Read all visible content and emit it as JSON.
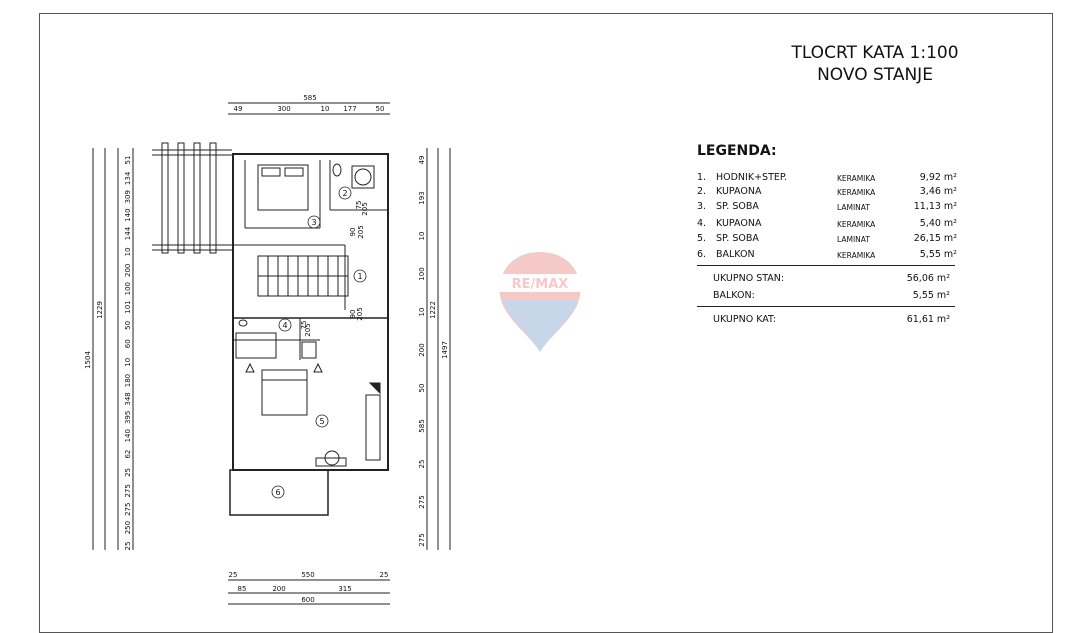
{
  "title": {
    "line1": "TLOCRT KATA 1:100",
    "line2": "NOVO STANJE"
  },
  "legend": {
    "heading": "LEGENDA:",
    "rows": [
      {
        "num": "1.",
        "name": "HODNIK+STEP.",
        "material": "KERAMIKA",
        "area": "9,92 m²"
      },
      {
        "num": "2.",
        "name": "KUPAONA",
        "material": "KERAMIKA",
        "area": "3,46 m²"
      },
      {
        "num": "3.",
        "name": "SP. SOBA",
        "material": "LAMINAT",
        "area": "11,13 m²"
      },
      {
        "num": "4.",
        "name": "KUPAONA",
        "material": "KERAMIKA",
        "area": "5,40 m²"
      },
      {
        "num": "5.",
        "name": "SP. SOBA",
        "material": "LAMINAT",
        "area": "26,15 m²"
      },
      {
        "num": "6.",
        "name": "BALKON",
        "material": "KERAMIKA",
        "area": "5,55 m²"
      }
    ]
  },
  "totals": {
    "stan_label": "UKUPNO STAN:",
    "stan_value": "56,06 m²",
    "balkon_label": "BALKON:",
    "balkon_value": "5,55 m²",
    "kat_label": "UKUPNO KAT:",
    "kat_value": "61,61 m²"
  },
  "watermark": {
    "text": "RE/MAX",
    "color": "#d9413a",
    "blue": "#3a6fb0"
  },
  "plan": {
    "room_labels": [
      "1",
      "2",
      "3",
      "4",
      "5",
      "6"
    ],
    "dims_top": {
      "total": "585",
      "parts": [
        "49",
        "300",
        "10",
        "177",
        "50"
      ]
    },
    "dims_bottom": {
      "total": "600",
      "upper": [
        "25",
        "550",
        "25"
      ],
      "lower": [
        "85",
        "200",
        "315"
      ]
    },
    "dims_left_outer": {
      "a": "1504",
      "b": "1229"
    },
    "dims_left_parts": [
      "51",
      "134",
      "309",
      "140",
      "144",
      "10",
      "200",
      "100",
      "101",
      "50",
      "60",
      "10",
      "180",
      "348",
      "395",
      "140",
      "62",
      "25",
      "275",
      "275",
      "250",
      "25"
    ],
    "dims_right_outer": {
      "a": "1497",
      "b": "1222"
    },
    "dims_right_parts": [
      "49",
      "193",
      "10",
      "100",
      "10",
      "200",
      "50",
      "585",
      "25",
      "275",
      "275"
    ],
    "inner_dims": [
      "75",
      "205",
      "90",
      "205",
      "90",
      "205",
      "75",
      "205"
    ]
  }
}
